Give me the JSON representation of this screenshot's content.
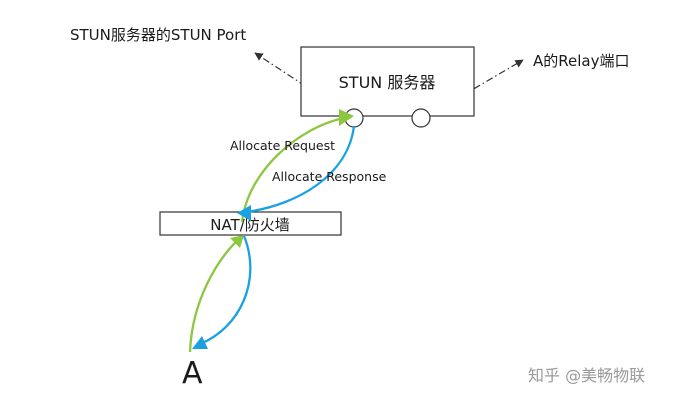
{
  "labels": {
    "stun_port": "STUN服务器的STUN Port",
    "relay_port": "A的Relay端口",
    "stun_server": "STUN 服务器",
    "allocate_request": "Allocate Request",
    "allocate_response": "Allocate Response",
    "nat_firewall": "NAT/防火墙",
    "client_a": "A",
    "watermark": "知乎 @美畅物联"
  },
  "colors": {
    "request": "#8dc63f",
    "response": "#1ba1e2",
    "border": "#333333",
    "text": "#1a1a1a",
    "watermark": "#9a9a9a"
  }
}
